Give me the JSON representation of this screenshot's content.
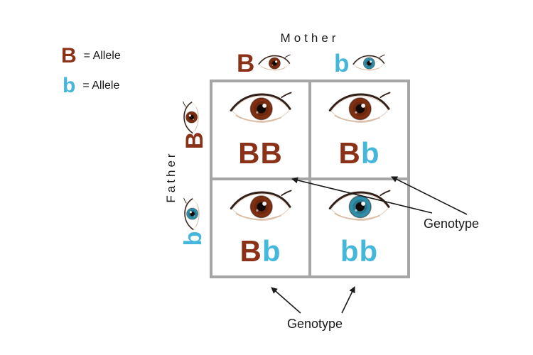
{
  "legend": {
    "items": [
      {
        "symbol": "B",
        "label": "= Allele",
        "meaning": "brown-eye allele"
      },
      {
        "symbol": "b",
        "label": "= Allele",
        "meaning": "blue-eye allele"
      }
    ]
  },
  "mother": {
    "title": "Mother",
    "alleles": [
      {
        "symbol": "B",
        "eye": "brown"
      },
      {
        "symbol": "b",
        "eye": "blue"
      }
    ]
  },
  "father": {
    "title": "Father",
    "alleles": [
      {
        "symbol": "B",
        "eye": "brown"
      },
      {
        "symbol": "b",
        "eye": "blue"
      }
    ]
  },
  "punnett": {
    "cells": [
      {
        "letters": [
          "B",
          "B"
        ],
        "eye": "brown"
      },
      {
        "letters": [
          "B",
          "b"
        ],
        "eye": "brown"
      },
      {
        "letters": [
          "B",
          "b"
        ],
        "eye": "brown"
      },
      {
        "letters": [
          "b",
          "b"
        ],
        "eye": "blue"
      }
    ]
  },
  "annotations": {
    "genotype_right": "Genotype",
    "genotype_bottom": "Genotype"
  },
  "colors": {
    "allele_brown": "#8B3118",
    "allele_blue": "#45B7DA",
    "iris_brown": "#7E2F12",
    "iris_blue": "#2F8FA9",
    "grid_border": "#A6A6A6",
    "arrow": "#1A1A1A",
    "text": "#1A1A1A"
  }
}
